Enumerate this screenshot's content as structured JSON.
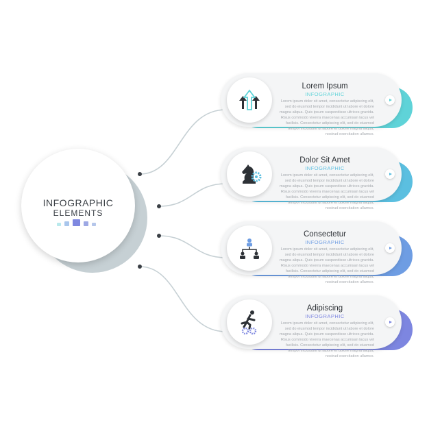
{
  "main": {
    "title": "INFOGRAPHIC",
    "subtitle": "ELEMENTS",
    "bar_colors": [
      "#b9e9ec",
      "#a9c6ec",
      "#7f88e0",
      "#9da8e4",
      "#b5c6ea"
    ]
  },
  "colors": {
    "line": "#c6d0d4",
    "dot": "#3a3f45"
  },
  "cards": [
    {
      "title": "Lorem Ipsum",
      "subtitle": "INFOGRAPHIC",
      "body": "Lorem ipsum dolor sit amet, consectetur adipiscing elit, sed do eiusmod tempor incididunt ut labore et dolore magna aliqua. Quis ipsum suspendisse ultrices gravida. Risus commodo viverra maecenas accumsan lacus vel facilisis. Consectetur adipiscing elit, sed do eiusmod tempor incididunt ut labore et dolore magna aliqua, nostrud exercitation ullamco.",
      "accent": "#5fd3d8",
      "icon": "arrows-up-icon"
    },
    {
      "title": "Dolor Sit Amet",
      "subtitle": "INFOGRAPHIC",
      "body": "Lorem ipsum dolor sit amet, consectetur adipiscing elit, sed do eiusmod tempor incididunt ut labore et dolore magna aliqua. Quis ipsum suspendisse ultrices gravida. Risus commodo viverra maecenas accumsan lacus vel facilisis. Consectetur adipiscing elit, sed do eiusmod tempor incididunt ut labore et dolore magna aliqua, nostrud exercitation ullamco.",
      "accent": "#5bbfe0",
      "icon": "chess-knight-gear-icon"
    },
    {
      "title": "Consectetur",
      "subtitle": "INFOGRAPHIC",
      "body": "Lorem ipsum dolor sit amet, consectetur adipiscing elit, sed do eiusmod tempor incididunt ut labore et dolore magna aliqua. Quis ipsum suspendisse ultrices gravida. Risus commodo viverra maecenas accumsan lacus vel facilisis. Consectetur adipiscing elit, sed do eiusmod tempor incididunt ut labore et dolore magna aliqua, nostrud exercitation ullamco.",
      "accent": "#6e9de3",
      "icon": "org-chart-icon"
    },
    {
      "title": "Adipiscing",
      "subtitle": "INFOGRAPHIC",
      "body": "Lorem ipsum dolor sit amet, consectetur adipiscing elit, sed do eiusmod tempor incididunt ut labore et dolore magna aliqua. Quis ipsum suspendisse ultrices gravida. Risus commodo viverra maecenas accumsan lacus vel facilisis. Consectetur adipiscing elit, sed do eiusmod tempor incididunt ut labore et dolore magna aliqua, nostrud exercitation ullamco.",
      "accent": "#7d86e0",
      "icon": "running-person-gears-icon"
    }
  ]
}
